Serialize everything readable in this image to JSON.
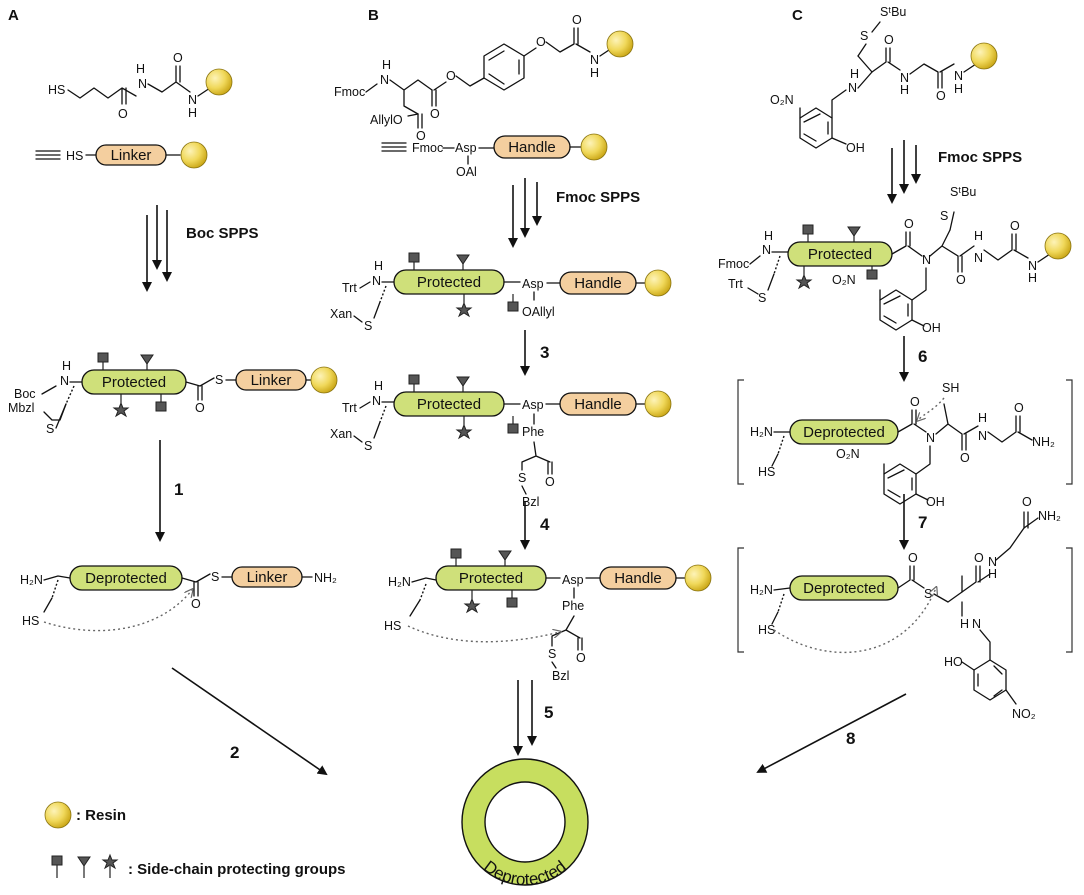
{
  "panels": {
    "a": "A",
    "b": "B",
    "c": "C"
  },
  "labels": {
    "hs": "HS",
    "s": "S",
    "n": "N",
    "h": "H",
    "o": "O",
    "boc": "Boc",
    "mbzl": "Mbzl",
    "fmoc": "Fmoc",
    "trt": "Trt",
    "xan": "Xan",
    "allylo": "AllylO",
    "oal": "OAl",
    "oallyl": "OAllyl",
    "asp": "Asp",
    "phe": "Phe",
    "bzl": "Bzl",
    "h2n": "H₂N",
    "nh2": "NH₂",
    "no2": "NO₂",
    "o2n": "O₂N",
    "oh": "OH",
    "ho": "HO",
    "stbu": "SᵗBu",
    "sh": "SH"
  },
  "pills": {
    "protected": "Protected",
    "deprotected": "Deprotected",
    "linker": "Linker",
    "handle": "Handle"
  },
  "steps": {
    "boc_spps": "Boc SPPS",
    "fmoc_spps": "Fmoc SPPS",
    "s1": "1",
    "s2": "2",
    "s3": "3",
    "s4": "4",
    "s5": "5",
    "s6": "6",
    "s7": "7",
    "s8": "8"
  },
  "legend": {
    "resin": ": Resin",
    "side_chain": ": Side-chain protecting groups"
  },
  "ring_label": "Deprotected",
  "colors": {
    "pill": "#cfe07a",
    "linker": "#f4cf9f",
    "resin_light": "#fbeeaa",
    "resin_dark": "#d4b21e",
    "ring": "#c7de5f"
  }
}
